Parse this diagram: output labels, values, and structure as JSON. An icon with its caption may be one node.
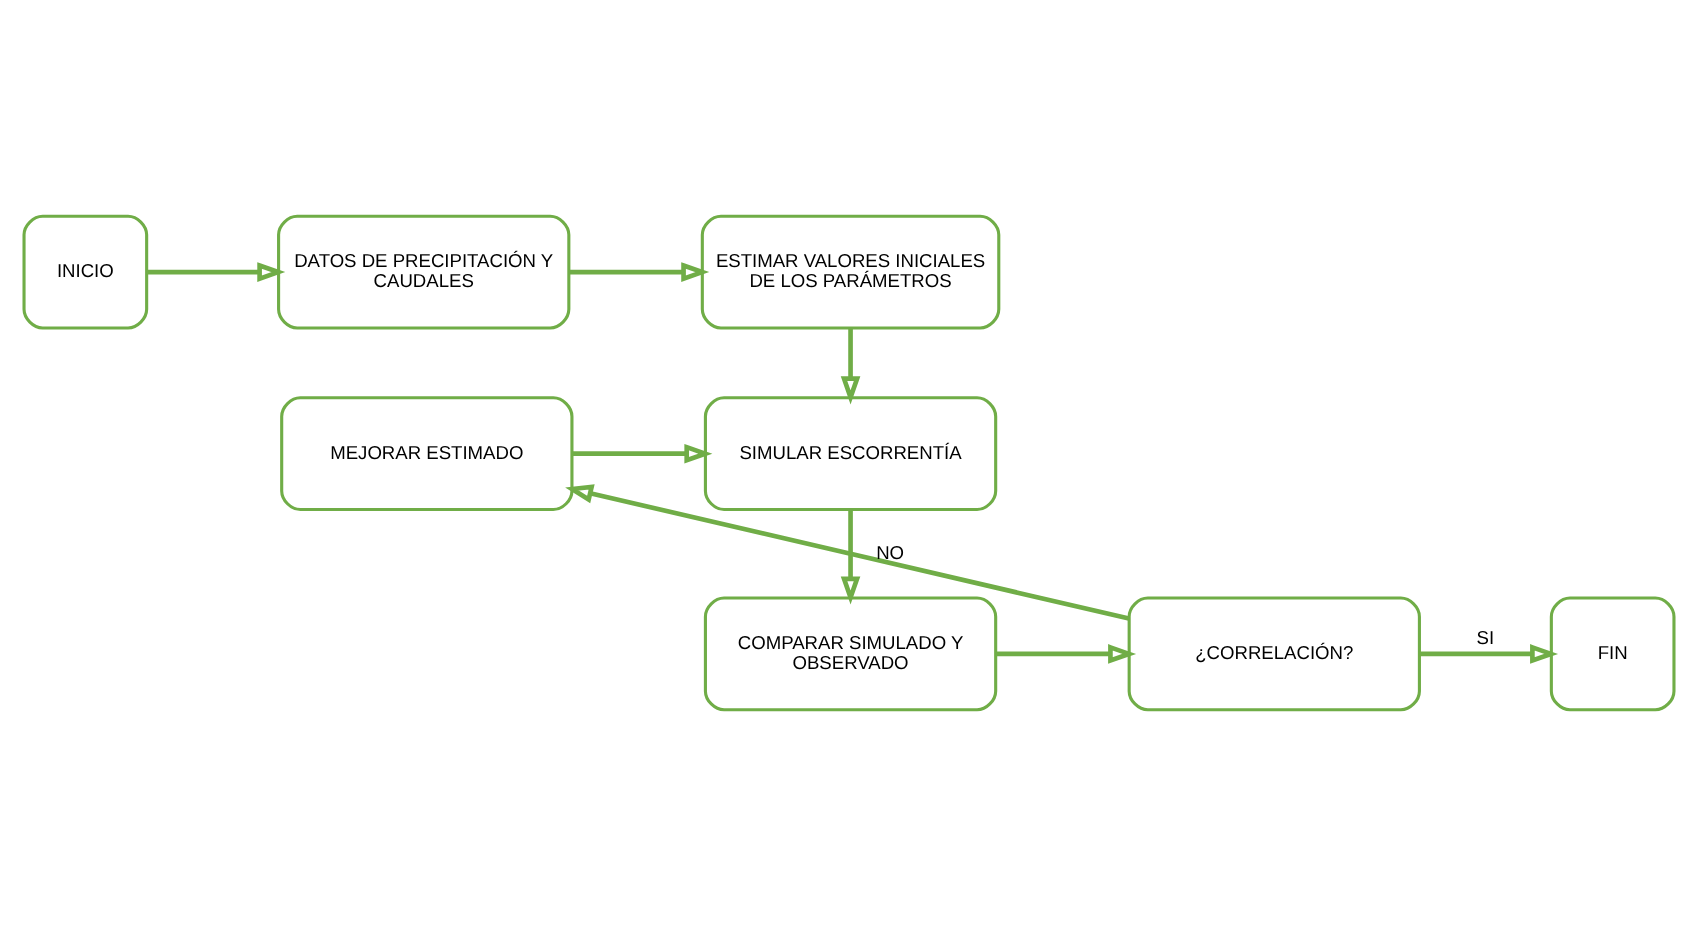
{
  "diagram": {
    "nodes": [
      {
        "text": [
          "INICIO"
        ]
      },
      {
        "text": [
          "DATOS DE PRECIPITACIÓN Y CAUDALES"
        ]
      },
      {
        "text": [
          "ESTIMAR VALORES INICIALES DE LOS PARÁMETROS"
        ]
      },
      {
        "text": [
          "MEJORAR ESTIMADO"
        ]
      },
      {
        "text": [
          "SIMULAR ESCORRENTÍA"
        ]
      },
      {
        "text": [
          "FIN"
        ]
      },
      {
        "text": [
          "¿CORRELACIÓN?"
        ]
      },
      {
        "text": [
          "COMPARAR SIMULADO Y OBSERVADO"
        ]
      }
    ],
    "edges": [
      {
        "from": 0,
        "to": 1,
        "arrow": "to"
      },
      {
        "from": 1,
        "to": 2,
        "arrow": "to"
      },
      {
        "from": 2,
        "to": 4,
        "arrow": "to"
      },
      {
        "from": 3,
        "to": 4,
        "arrow": "to"
      },
      {
        "from": 4,
        "to": 7,
        "arrow": "to"
      },
      {
        "from": 7,
        "to": 6,
        "arrow": "to"
      },
      {
        "from": 6,
        "to": 3,
        "arrow": "to",
        "label": "NO"
      },
      {
        "from": 6,
        "to": 5,
        "arrow": "to",
        "label": "SI"
      }
    ]
  }
}
